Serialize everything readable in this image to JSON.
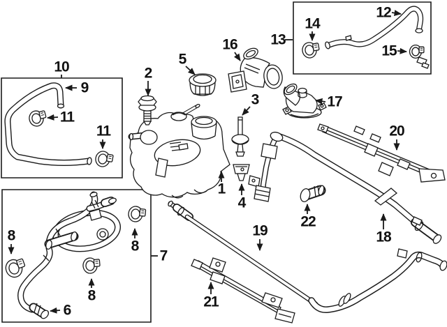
{
  "figure": {
    "kind": "exploded-parts-diagram",
    "subject": "engine-coolant-reservoir-and-hoses",
    "background_color": "#ffffff",
    "line_color": "#1a1a1a",
    "group_boxes": [
      "10",
      "13",
      "7"
    ]
  },
  "callouts": [
    {
      "number": "10",
      "part": "hose-group-box"
    },
    {
      "number": "9",
      "part": "overflow-hose"
    },
    {
      "number": "11",
      "part": "hose-clamp"
    },
    {
      "number": "11",
      "part": "hose-clamp"
    },
    {
      "number": "2",
      "part": "mounting-bolt"
    },
    {
      "number": "5",
      "part": "reservoir-cap"
    },
    {
      "number": "16",
      "part": "filler-elbow"
    },
    {
      "number": "13",
      "part": "hose-group-box"
    },
    {
      "number": "14",
      "part": "hose-clamp"
    },
    {
      "number": "12",
      "part": "vent-hose"
    },
    {
      "number": "15",
      "part": "hose-clamp"
    },
    {
      "number": "17",
      "part": "water-outlet"
    },
    {
      "number": "3",
      "part": "level-sensor"
    },
    {
      "number": "1",
      "part": "coolant-reservoir"
    },
    {
      "number": "4",
      "part": "sensor-plug"
    },
    {
      "number": "20",
      "part": "hose-bracket"
    },
    {
      "number": "22",
      "part": "connector-coupling"
    },
    {
      "number": "18",
      "part": "upper-hose"
    },
    {
      "number": "19",
      "part": "lower-hose-pipe"
    },
    {
      "number": "21",
      "part": "hose-bracket"
    },
    {
      "number": "8",
      "part": "hose-clamp"
    },
    {
      "number": "8",
      "part": "hose-clamp"
    },
    {
      "number": "8",
      "part": "hose-clamp"
    },
    {
      "number": "6",
      "part": "hose-end-fitting"
    },
    {
      "number": "7",
      "part": "hose-assembly-box"
    }
  ]
}
